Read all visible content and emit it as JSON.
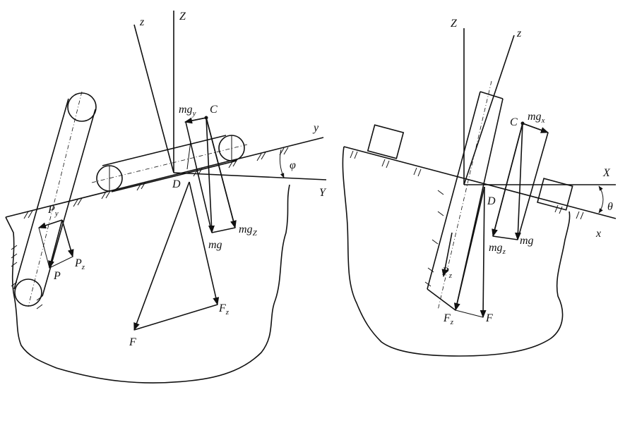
{
  "left_labels": {
    "z": "z",
    "Z": "Z",
    "y": "y",
    "Y": "Y",
    "C": "C",
    "D": "D",
    "phi": "φ",
    "mgy_main": "mg",
    "mgy_sub": "y",
    "mgz_main": "mg",
    "mgz_sub": "Z",
    "mg": "mg",
    "F": "F",
    "Fz_main": "F",
    "Fz_sub": "z",
    "Py_main": "P",
    "Py_sub": "y",
    "P": "P",
    "Pz_main": "P",
    "Pz_sub": "z"
  },
  "right_labels": {
    "Z": "Z",
    "z": "z",
    "X": "X",
    "x": "x",
    "C": "C",
    "D": "D",
    "theta": "θ",
    "mgx_main": "mg",
    "mgx_sub": "x",
    "mgz_main": "mg",
    "mgz_sub": "z",
    "mg": "mg",
    "F": "F",
    "Fz_main": "F",
    "Fz_sub": "z",
    "Pz_main": "P",
    "Pz_sub": "z"
  }
}
